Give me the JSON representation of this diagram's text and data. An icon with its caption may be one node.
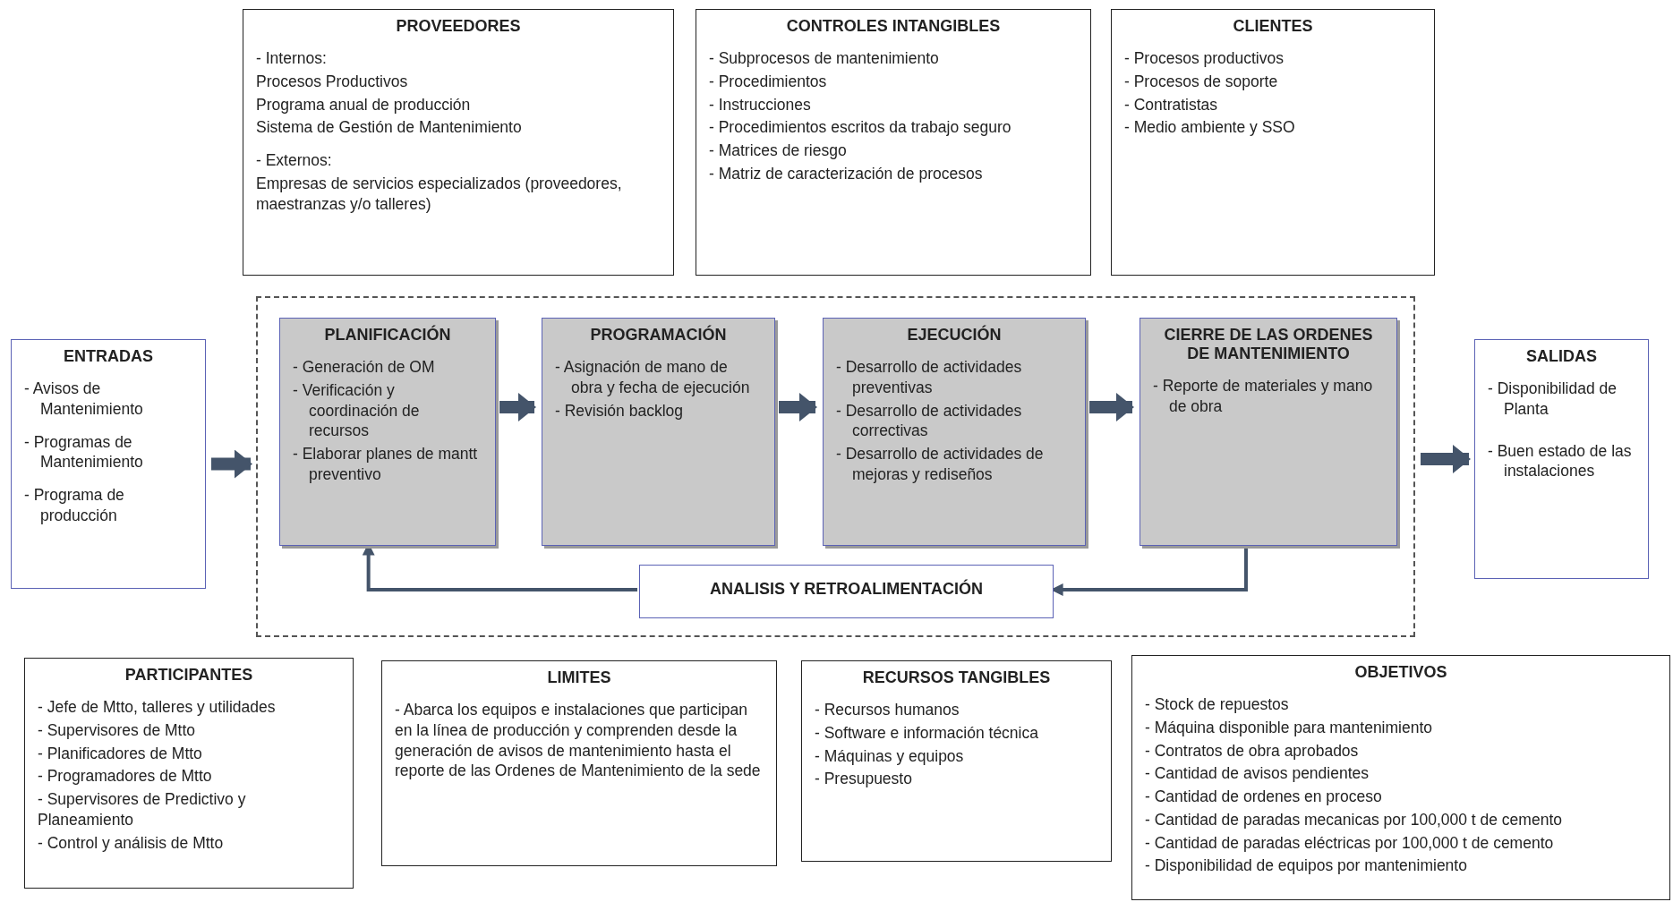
{
  "diagram": {
    "nodes": [
      {
        "text": [
          "PROVEEDORES",
          "- Internos:",
          "Procesos Productivos",
          "Programa anual de producción",
          "Sistema de Gestión de Mantenimiento",
          "- Externos:",
          "Empresas de servicios especializados (proveedores, maestranzas y/o talleres)"
        ]
      },
      {
        "text": [
          "CONTROLES INTANGIBLES",
          "- Subprocesos de mantenimiento",
          "- Procedimientos",
          "- Instrucciones",
          "- Procedimientos escritos da trabajo seguro",
          "- Matrices de riesgo",
          "- Matriz de caracterización de procesos"
        ]
      },
      {
        "text": [
          "CLIENTES",
          "- Procesos productivos",
          "- Procesos de soporte",
          "- Contratistas",
          "- Medio ambiente y SSO"
        ]
      },
      {
        "text": [
          "ENTRADAS",
          "- Avisos de Mantenimiento",
          "- Programas de Mantenimiento",
          "- Programa de producción"
        ]
      },
      {
        "text": [],
        "shape": "box"
      },
      {
        "text": [
          "PLANIFICACIÓN",
          "- Generación de OM",
          "- Verificación y coordinación de recursos",
          "- Elaborar planes de mantt preventivo"
        ],
        "in": 4
      },
      {
        "text": [
          "PROGRAMACIÓN",
          "- Asignación de mano de obra y fecha de ejecución",
          "- Revisión backlog"
        ],
        "in": 4
      },
      {
        "text": [
          "EJECUCIÓN",
          "- Desarrollo de actividades preventivas",
          "- Desarrollo de actividades correctivas",
          "- Desarrollo de actividades de mejoras y rediseños"
        ],
        "in": 4
      },
      {
        "text": [
          "CIERRE DE LAS ORDENES DE MANTENIMIENTO",
          "- Reporte de materiales y mano de obra"
        ],
        "in": 4
      },
      {
        "text": [
          "ANALISIS Y RETROALIMENTACIÓN"
        ],
        "in": 4
      },
      {
        "text": [
          "SALIDAS",
          "- Disponibilidad de Planta",
          "- Buen estado de las instalaciones"
        ]
      },
      {
        "text": [
          "PARTICIPANTES",
          "- Jefe de Mtto, talleres y utilidades",
          "- Supervisores de Mtto",
          "- Planificadores de Mtto",
          "- Programadores de Mtto",
          "- Supervisores de Predictivo y Planeamiento",
          "- Control y análisis de Mtto"
        ]
      },
      {
        "text": [
          "LIMITES",
          "- Abarca los equipos e instalaciones que participan en la línea de producción y comprenden desde la generación de avisos de mantenimiento hasta el reporte de las Ordenes de Mantenimiento de la sede"
        ]
      },
      {
        "text": [
          "RECURSOS TANGIBLES",
          "- Recursos humanos",
          "- Software e información técnica",
          "- Máquinas y equipos",
          "- Presupuesto"
        ]
      },
      {
        "text": [
          "OBJETIVOS",
          "- Stock de repuestos",
          "- Máquina disponible para mantenimiento",
          "- Contratos de obra aprobados",
          "- Cantidad de avisos pendientes",
          "- Cantidad de ordenes en proceso",
          "- Cantidad de paradas mecanicas por 100,000 t de cemento",
          "- Cantidad de paradas eléctricas por 100,000 t de cemento",
          "- Disponibilidad de equipos por mantenimiento"
        ]
      }
    ],
    "edges": [
      {
        "from": 3,
        "to": 4,
        "arrow": "to"
      },
      {
        "from": 5,
        "to": 6,
        "arrow": "to"
      },
      {
        "from": 6,
        "to": 7,
        "arrow": "to"
      },
      {
        "from": 7,
        "to": 8,
        "arrow": "to"
      },
      {
        "from": 4,
        "to": 10,
        "arrow": "to"
      },
      {
        "from": 8,
        "to": 9,
        "arrow": "to"
      },
      {
        "from": 9,
        "to": 5,
        "arrow": "to"
      }
    ]
  }
}
